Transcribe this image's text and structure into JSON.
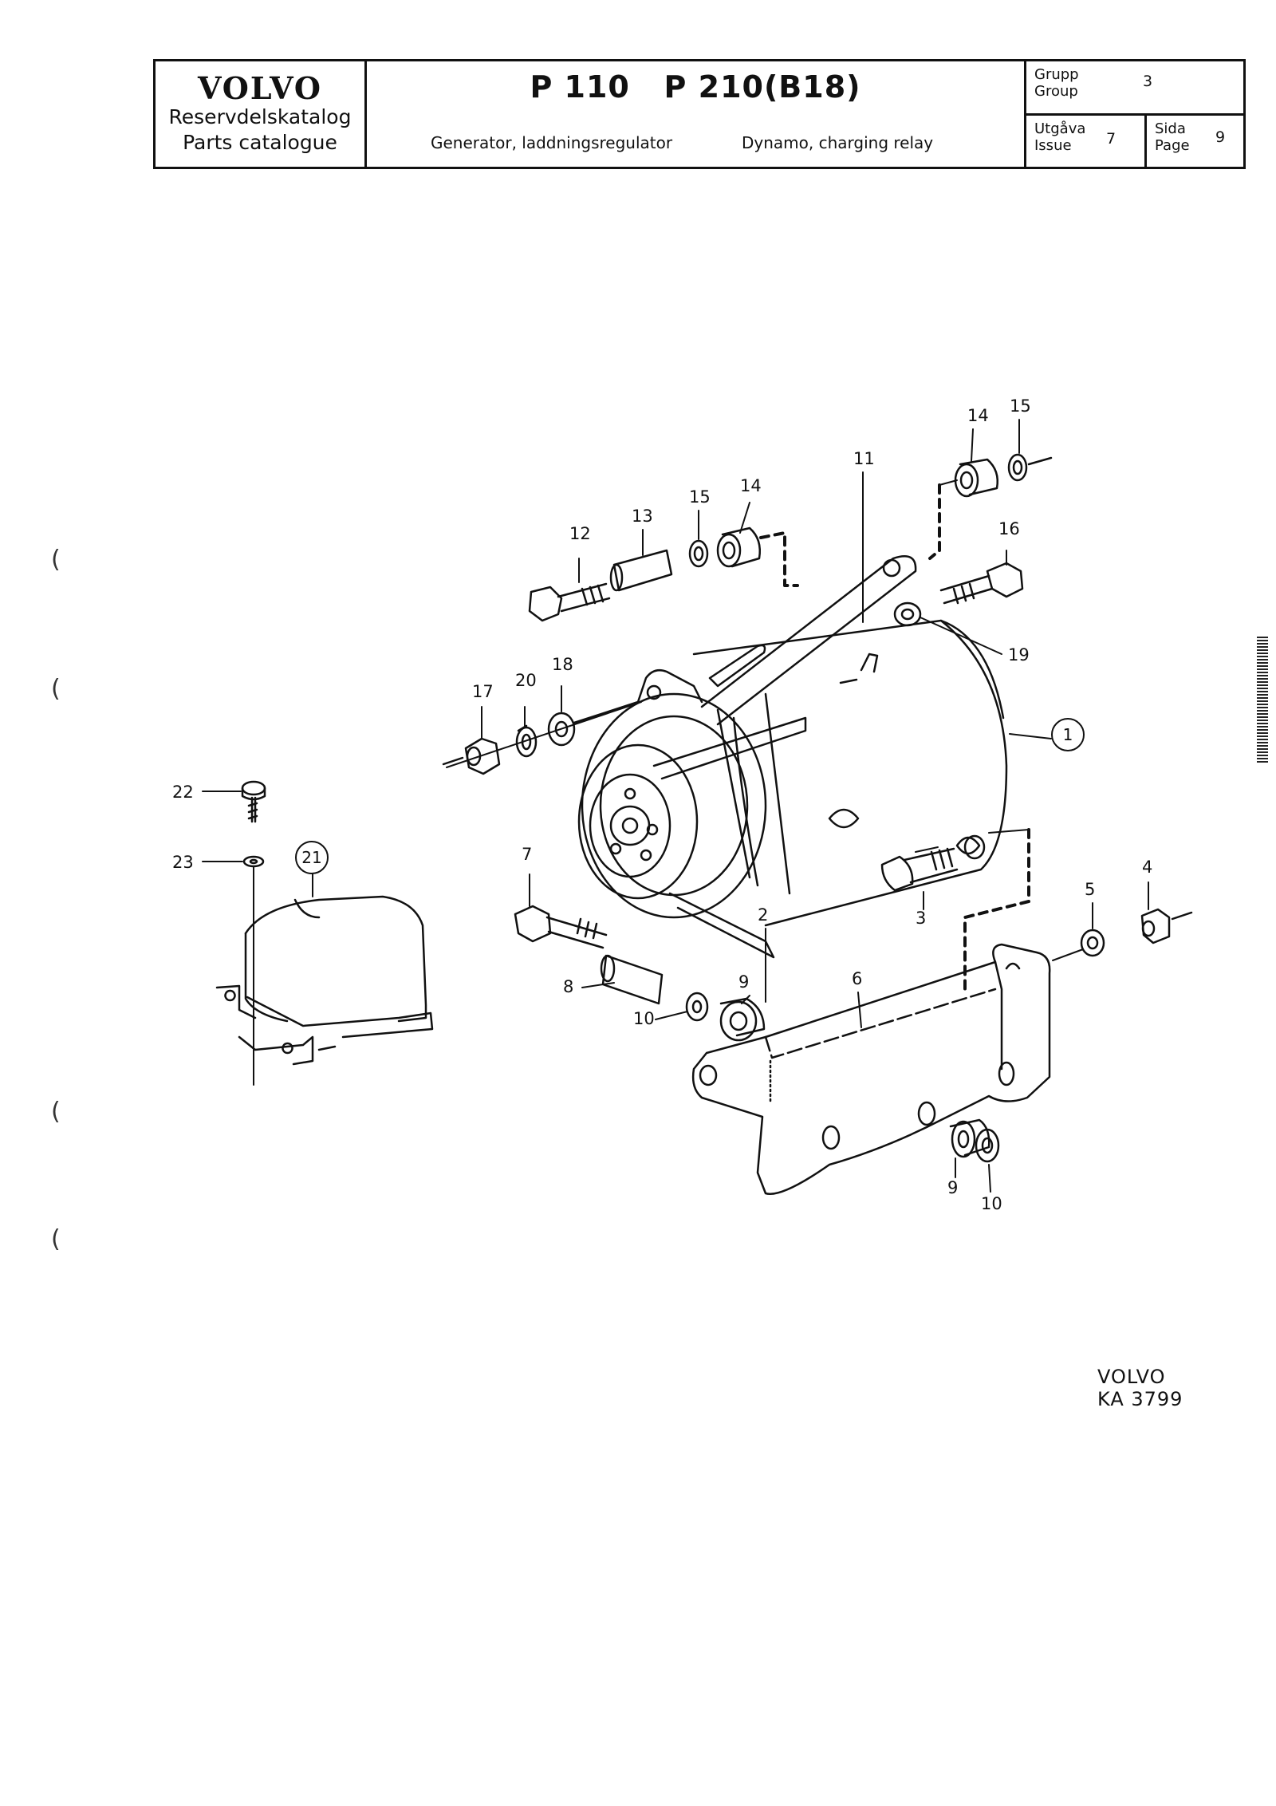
{
  "header": {
    "brand": "VOLVO",
    "catalog_sv": "Reservdelskatalog",
    "catalog_en": "Parts catalogue",
    "model": "P 110   P 210(B18)",
    "description_sv": "Generator, laddningsregulator",
    "description_en": "Dynamo, charging relay",
    "group_label_sv": "Grupp",
    "group_label_en": "Group",
    "group_value": "3",
    "issue_label_sv": "Utgåva",
    "issue_label_en": "Issue",
    "issue_value": "7",
    "page_label_sv": "Sida",
    "page_label_en": "Page",
    "page_value": "9"
  },
  "callouts": {
    "c1": "1",
    "c2": "2",
    "c3": "3",
    "c4": "4",
    "c5": "5",
    "c6": "6",
    "c7": "7",
    "c8": "8",
    "c9a": "9",
    "c9b": "9",
    "c10a": "10",
    "c10b": "10",
    "c11": "11",
    "c12": "12",
    "c13": "13",
    "c14a": "14",
    "c14b": "14",
    "c15a": "15",
    "c15b": "15",
    "c16": "16",
    "c17": "17",
    "c18": "18",
    "c19": "19",
    "c20": "20",
    "c21": "21",
    "c22": "22",
    "c23": "23"
  },
  "reference": {
    "line1": "VOLVO",
    "line2": "KA 3799"
  },
  "margin_marks": [
    "(",
    "(",
    "(",
    "("
  ]
}
